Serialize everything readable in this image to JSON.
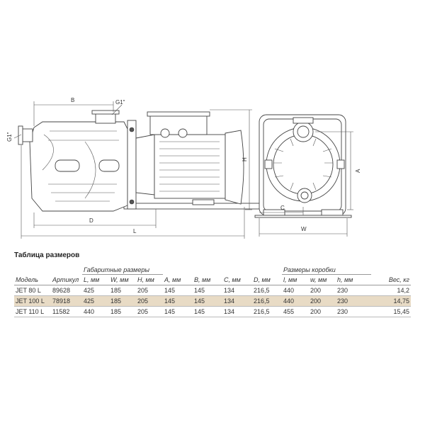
{
  "drawing": {
    "dim_labels": {
      "B": "B",
      "G1_top": "G1\"",
      "G1_side": "G1\"",
      "D": "D",
      "L": "L",
      "H": "H",
      "A": "A",
      "C": "C",
      "W": "W"
    }
  },
  "table": {
    "title": "Таблица размеров",
    "group_headers": {
      "overall": "Габаритные размеры",
      "box": "Размеры коробки"
    },
    "columns": {
      "model": "Модель",
      "article": "Артикул",
      "L": "L, мм",
      "W": "W, мм",
      "H": "H, мм",
      "A": "A, мм",
      "B": "B, мм",
      "C": "C, мм",
      "D": "D, мм",
      "l": "l, мм",
      "w": "w, мм",
      "h": "h, мм",
      "weight": "Вес, кг"
    },
    "rows": [
      {
        "model": "JET 80 L",
        "article": "89628",
        "L": "425",
        "W": "185",
        "H": "205",
        "A": "145",
        "B": "145",
        "C": "134",
        "D": "216,5",
        "l": "440",
        "w": "200",
        "h": "230",
        "weight": "14,2",
        "highlight": false
      },
      {
        "model": "JET 100 L",
        "article": "78918",
        "L": "425",
        "W": "185",
        "H": "205",
        "A": "145",
        "B": "145",
        "C": "134",
        "D": "216,5",
        "l": "440",
        "w": "200",
        "h": "230",
        "weight": "14,75",
        "highlight": true
      },
      {
        "model": "JET 110 L",
        "article": "11582",
        "L": "440",
        "W": "185",
        "H": "205",
        "A": "145",
        "B": "145",
        "C": "134",
        "D": "216,5",
        "l": "455",
        "w": "200",
        "h": "230",
        "weight": "15,45",
        "highlight": false
      }
    ],
    "highlight_color": "#e8dbc5"
  }
}
